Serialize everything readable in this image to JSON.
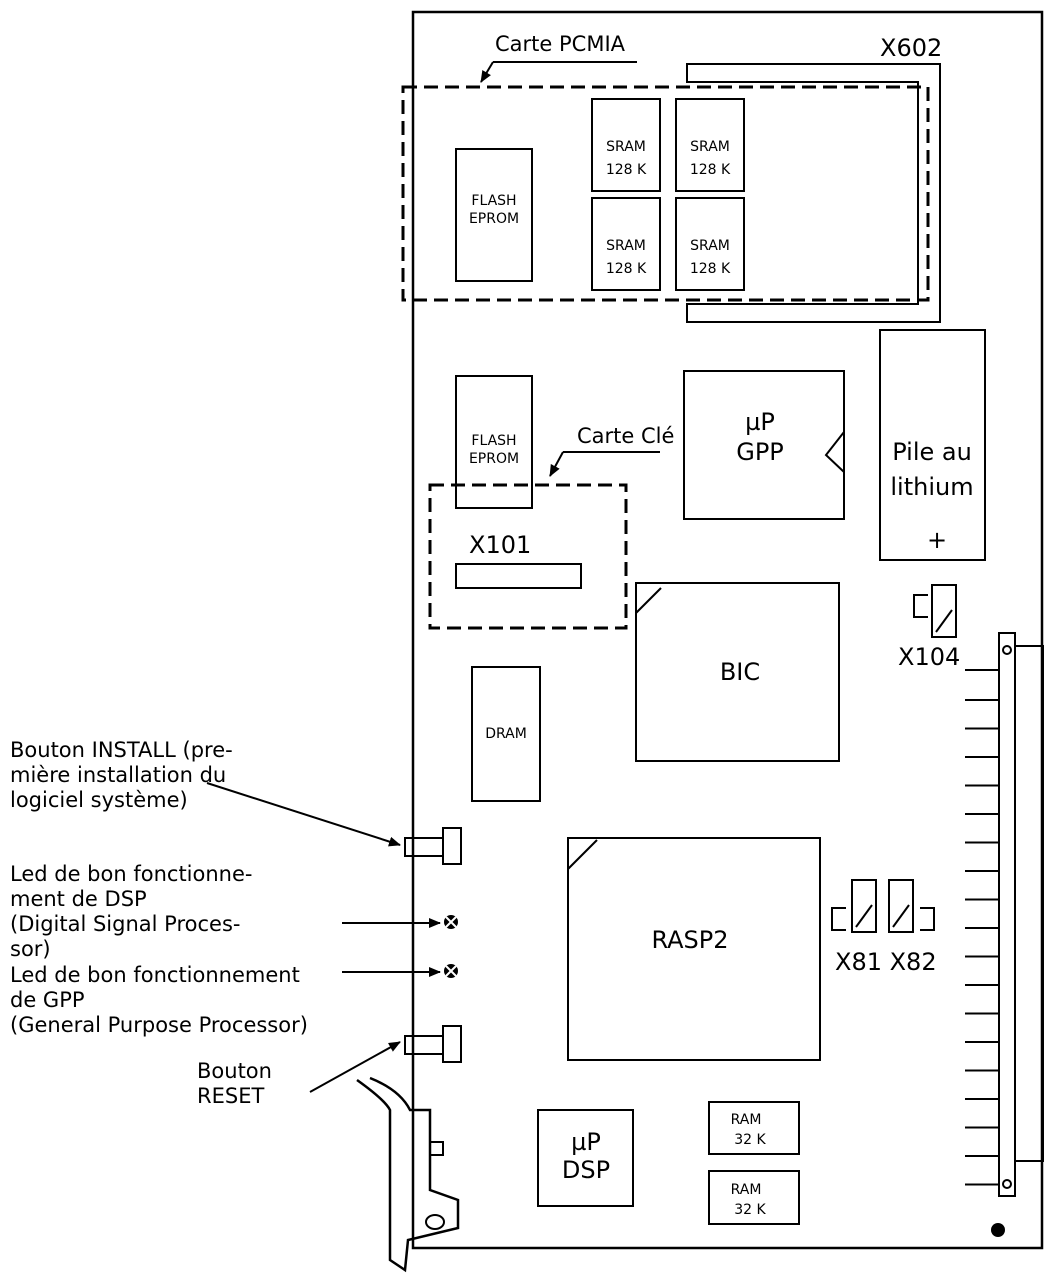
{
  "labels": {
    "carte_pcmia": "Carte PCMIA",
    "x602": "X602",
    "flash_eprom_line1": "FLASH",
    "flash_eprom_line2": "EPROM",
    "sram_line1": "SRAM",
    "sram_line2": "128 K",
    "carte_cle": "Carte Clé",
    "up_gpp_line1": "µP",
    "up_gpp_line2": "GPP",
    "pile_line1": "Pile au",
    "pile_line2": "lithium",
    "pile_plus": "+",
    "x101": "X101",
    "bic": "BIC",
    "x104": "X104",
    "dram": "DRAM",
    "rasp2": "RASP2",
    "x81_x82": "X81 X82",
    "ram_line1": "RAM",
    "ram_line2": "32 K",
    "up_dsp_line1": "µP",
    "up_dsp_line2": "DSP",
    "install_line1": "Bouton INSTALL (pre-",
    "install_line2": "mière installation du",
    "install_line3": "logiciel système)",
    "led_dsp_line1": "Led de bon fonctionne-",
    "led_dsp_line2": "ment de DSP",
    "led_dsp_line3": "(Digital Signal Proces-",
    "led_dsp_line4": "sor)",
    "led_gpp_line1": "Led de bon fonctionnement",
    "led_gpp_line2": "de GPP",
    "led_gpp_line3": "(General Purpose Processor)",
    "reset_line1": "Bouton",
    "reset_line2": "RESET"
  }
}
